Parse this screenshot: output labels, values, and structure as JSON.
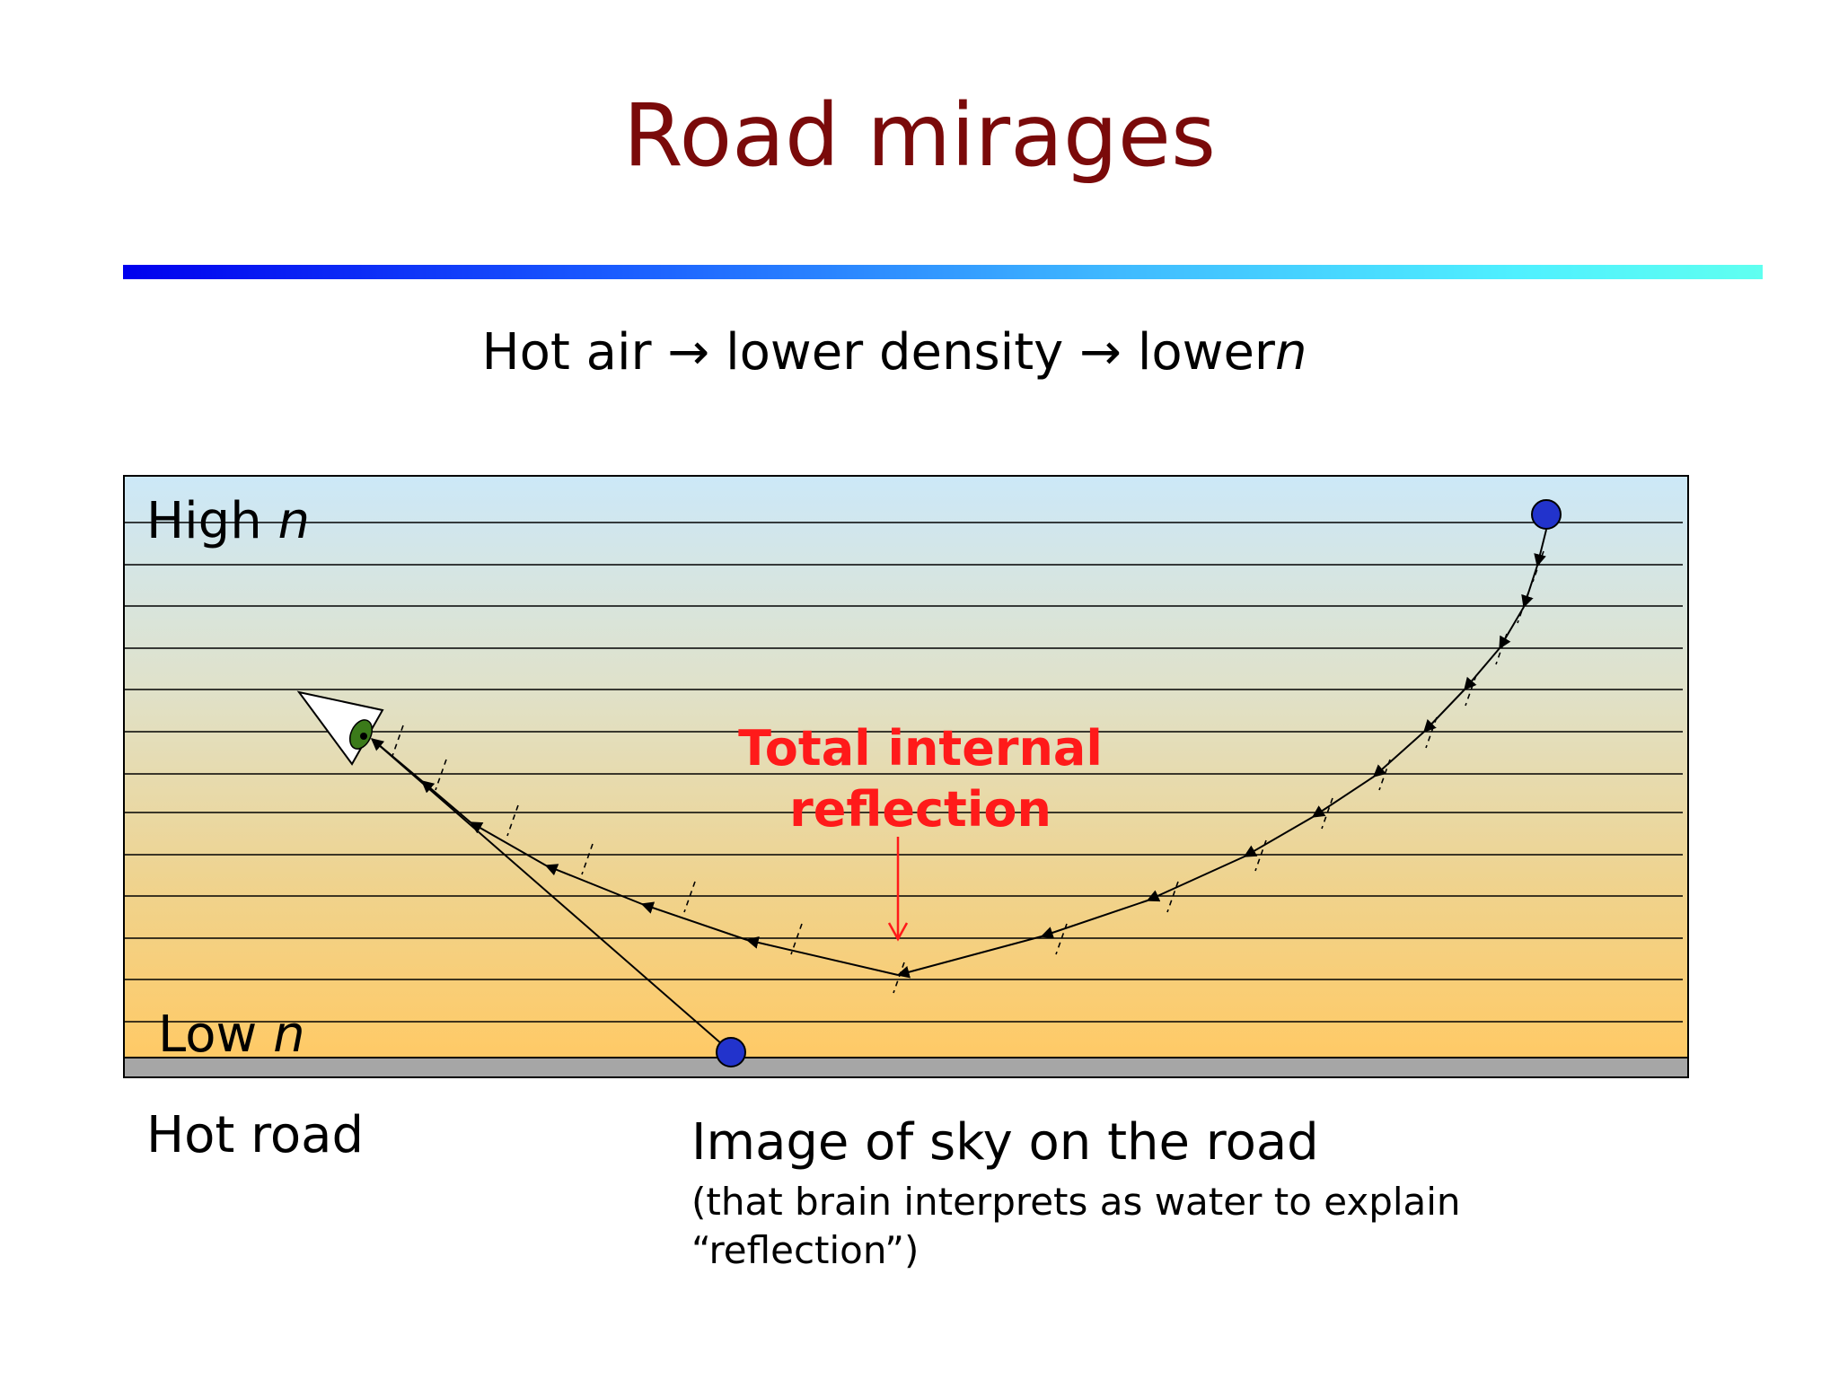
{
  "title": "Road mirages",
  "subtitle": {
    "part1": "Hot air → lower density → lower ",
    "part2": "n"
  },
  "labels": {
    "high_n_prefix": "High ",
    "high_n_var": "n",
    "low_n_prefix": "Low ",
    "low_n_var": "n",
    "hot_road": "Hot road",
    "tir_line1": "Total internal",
    "tir_line2": "reflection",
    "image_caption": "Image of sky on the road",
    "image_note_line1": "(that brain interprets as water to explain",
    "image_note_line2": "“reflection”)"
  },
  "colors": {
    "title": "#7a0a0a",
    "tir_text": "#ff1a1a",
    "sky_top": "#cce8f8",
    "sand_bottom": "#ffca66",
    "road": "#a6a6a6",
    "source_dot": "#2233cc",
    "eye_iris": "#3b7a1a"
  }
}
